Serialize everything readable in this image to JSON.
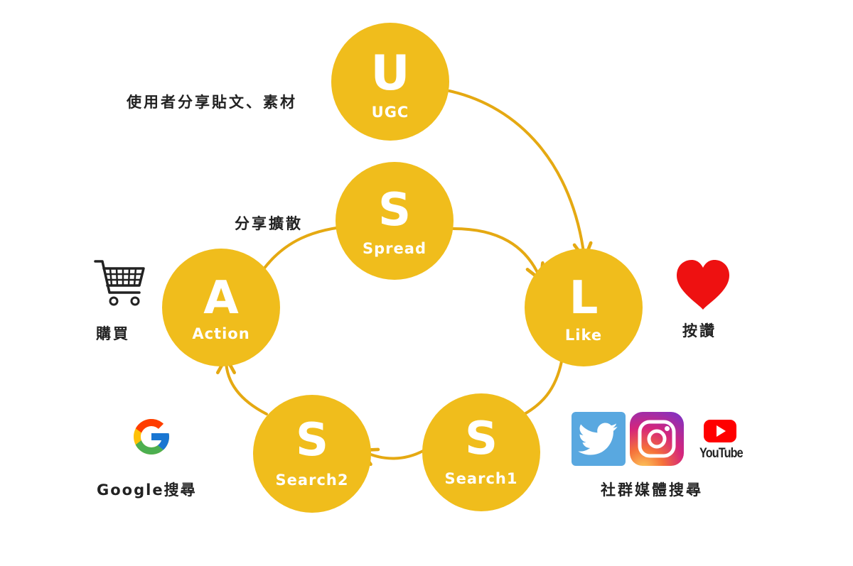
{
  "nodes": {
    "ugc": {
      "letter": "U",
      "word": "UGC"
    },
    "spread": {
      "letter": "S",
      "word": "Spread"
    },
    "action": {
      "letter": "A",
      "word": "Action"
    },
    "like": {
      "letter": "L",
      "word": "Like"
    },
    "search2": {
      "letter": "S",
      "word": "Search2"
    },
    "search1": {
      "letter": "S",
      "word": "Search1"
    }
  },
  "labels": {
    "ugc_desc": "使用者分享貼文、素材",
    "spread_desc": "分享擴散",
    "action_desc": "購買",
    "like_desc": "按讚",
    "google_desc": "Google搜尋",
    "social_desc": "社群媒體搜尋"
  },
  "logos": {
    "youtube_text": "YouTube"
  },
  "icons": {
    "cart": "shopping-cart-icon",
    "heart": "heart-icon",
    "google": "google-logo-icon",
    "twitter": "twitter-logo-icon",
    "instagram": "instagram-logo-icon",
    "youtube": "youtube-logo-icon"
  },
  "colors": {
    "circle": "#f0bd1c",
    "arrow": "#e5a912",
    "heart": "#ee1111",
    "twitter": "#59a8e0",
    "youtube": "#ff0000",
    "text": "#222222"
  }
}
